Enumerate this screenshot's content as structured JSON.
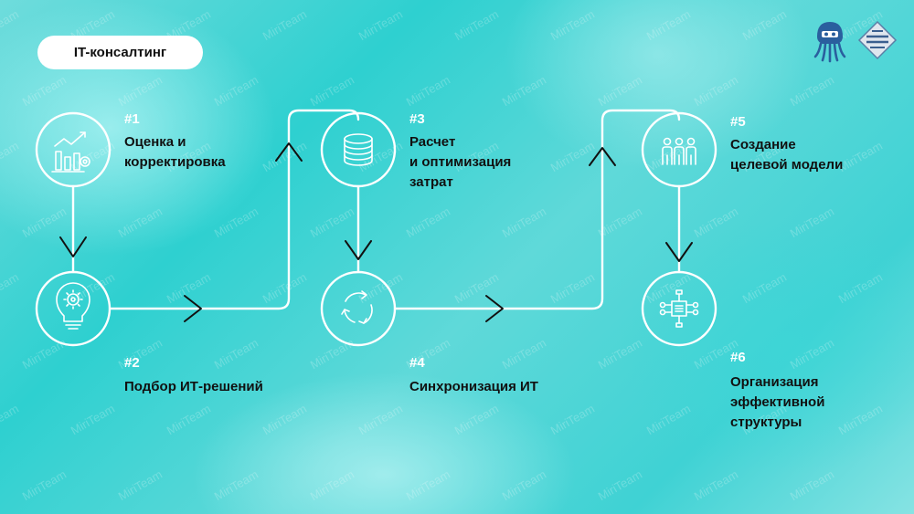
{
  "header": {
    "title": "IT-консалтинг"
  },
  "watermark": "MiriTeam",
  "steps": [
    {
      "num": "#1",
      "title": [
        "Оценка и",
        "корректировка"
      ],
      "icon": "chart-growth-icon"
    },
    {
      "num": "#2",
      "title": [
        "Подбор ИТ-решений"
      ],
      "icon": "lightbulb-gear-icon"
    },
    {
      "num": "#3",
      "title": [
        "Расчет",
        "и оптимизация",
        "затрат"
      ],
      "icon": "coin-stack-icon"
    },
    {
      "num": "#4",
      "title": [
        "Синхронизация ИТ"
      ],
      "icon": "sync-cycle-icon"
    },
    {
      "num": "#5",
      "title": [
        "Создание",
        "целевой модели"
      ],
      "icon": "people-group-icon"
    },
    {
      "num": "#6",
      "title": [
        "Организация",
        "эффективной",
        "структуры"
      ],
      "icon": "structure-network-icon"
    }
  ],
  "colors": {
    "background": "#3fd2d4",
    "line": "#ffffff",
    "arrow": "#111111",
    "text": "#111111"
  }
}
